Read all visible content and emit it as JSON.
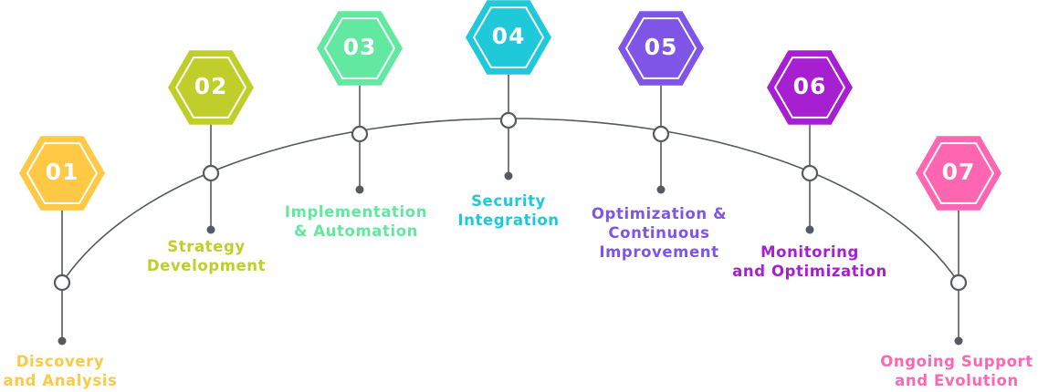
{
  "steps": [
    {
      "number": "01",
      "label_lines": [
        "Discovery",
        "and Analysis"
      ],
      "color": "#FFC845"
    },
    {
      "number": "02",
      "label_lines": [
        "Strategy",
        "Development"
      ],
      "color": "#BFCE2A"
    },
    {
      "number": "03",
      "label_lines": [
        "Implementation",
        "& Automation"
      ],
      "color": "#62E8A0"
    },
    {
      "number": "04",
      "label_lines": [
        "Security",
        "Integration"
      ],
      "color": "#1FC9DA"
    },
    {
      "number": "05",
      "label_lines": [
        "Optimization &",
        "Continuous",
        "Improvement"
      ],
      "color": "#7E55E6"
    },
    {
      "number": "06",
      "label_lines": [
        "Monitoring",
        "and Optimization"
      ],
      "color": "#A61FD1"
    },
    {
      "number": "07",
      "label_lines": [
        "Ongoing Support",
        "and Evolution"
      ],
      "color": "#FF66B2"
    }
  ],
  "arc_color": "#555A60",
  "node_color": "#555A60"
}
